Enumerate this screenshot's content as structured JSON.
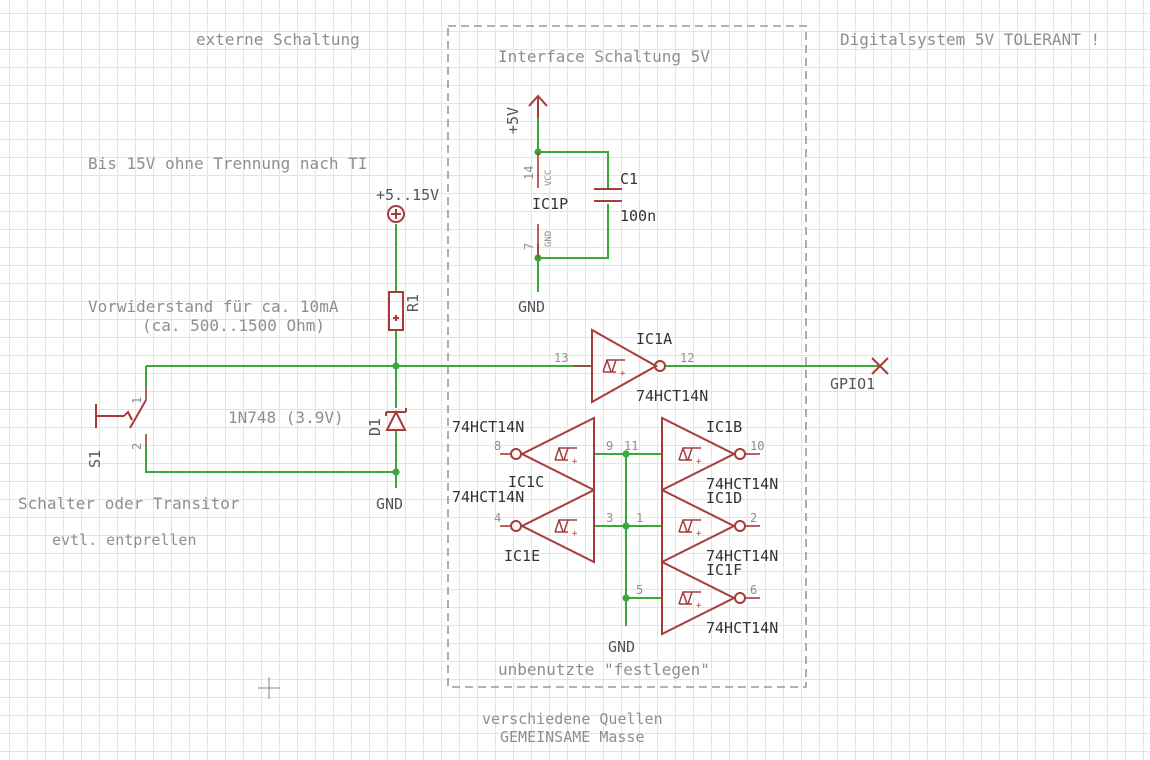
{
  "notes": {
    "externe": "externe Schaltung",
    "interface": "Interface Schaltung 5V",
    "digital": "Digitalsystem 5V TOLERANT !",
    "bis15v": "Bis 15V ohne Trennung nach TI",
    "vorwiderstand": "Vorwiderstand für ca. 10mA",
    "ohm": "(ca. 500..1500 Ohm)",
    "schalter": "Schalter oder Transitor",
    "entprellen": "evtl. entprellen",
    "unbenutzte": "unbenutzte \"festlegen\"",
    "quellen": "verschiedene Quellen",
    "masse": "GEMEINSAME Masse"
  },
  "supplies": {
    "plus5v": "+5V",
    "plus515v": "+5..15V",
    "gnd": "GND"
  },
  "parts": {
    "c1_name": "C1",
    "c1_value": "100n",
    "ic1p": "IC1P",
    "vcc": "VCC",
    "gnd_pin": "GND",
    "r1": "R1",
    "d1": "D1",
    "d1_value": "1N748 (3.9V)",
    "s1": "S1",
    "ic1a": "IC1A",
    "ic1b": "IC1B",
    "ic1c": "IC1C",
    "ic1d": "IC1D",
    "ic1e": "IC1E",
    "ic1f": "IC1F",
    "ic_type": "74HCT14N",
    "gpio": "GPIO1"
  },
  "pins": {
    "p14": "14",
    "p7": "7",
    "p13": "13",
    "p12": "12",
    "p8": "8",
    "p9": "9",
    "p11": "11",
    "p10": "10",
    "p4": "4",
    "p3": "3",
    "p1": "1",
    "p2": "2",
    "p5": "5",
    "p6": "6",
    "s1_1": "1",
    "s1_2": "2"
  },
  "colors": {
    "wire": "#3aa83a",
    "symbol": "#a83a3a",
    "text": "#8e8e8e",
    "frame": "#9a9a9a",
    "grid": "#e4e4e4"
  }
}
